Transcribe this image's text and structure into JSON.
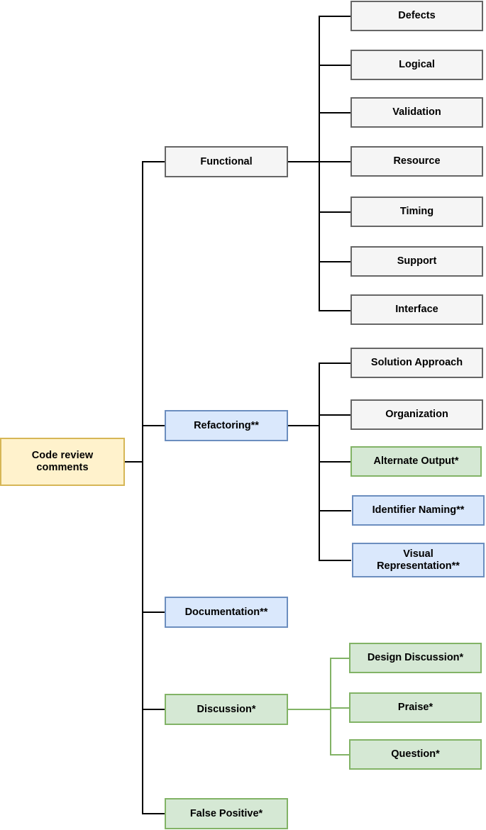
{
  "diagram": {
    "type": "tree-taxonomy",
    "title": "Code review comments taxonomy",
    "orientation": "left-to-right",
    "colors": {
      "root_fill": "#fff2cc",
      "root_border": "#d6b656",
      "gray_fill": "#f5f5f5",
      "gray_border": "#666666",
      "blue_fill": "#dae8fc",
      "blue_border": "#6c8ebf",
      "green_fill": "#d5e8d4",
      "green_border": "#82b366",
      "edge_black": "#000000",
      "edge_green": "#82b366"
    },
    "root": {
      "label": "Code review\ncomments"
    },
    "level1": {
      "functional": {
        "label": "Functional"
      },
      "refactoring": {
        "label": "Refactoring**"
      },
      "documentation": {
        "label": "Documentation**"
      },
      "discussion": {
        "label": "Discussion*"
      },
      "false_positive": {
        "label": "False Positive*"
      }
    },
    "functional_children": [
      {
        "label": "Defects"
      },
      {
        "label": "Logical"
      },
      {
        "label": "Validation"
      },
      {
        "label": "Resource"
      },
      {
        "label": "Timing"
      },
      {
        "label": "Support"
      },
      {
        "label": "Interface"
      }
    ],
    "refactoring_children": [
      {
        "label": "Solution Approach"
      },
      {
        "label": "Organization"
      },
      {
        "label": "Alternate Output*"
      },
      {
        "label": "Identifier Naming**"
      },
      {
        "label": "Visual\nRepresentation**"
      }
    ],
    "discussion_children": [
      {
        "label": "Design Discussion*"
      },
      {
        "label": "Praise*"
      },
      {
        "label": "Question*"
      }
    ]
  }
}
